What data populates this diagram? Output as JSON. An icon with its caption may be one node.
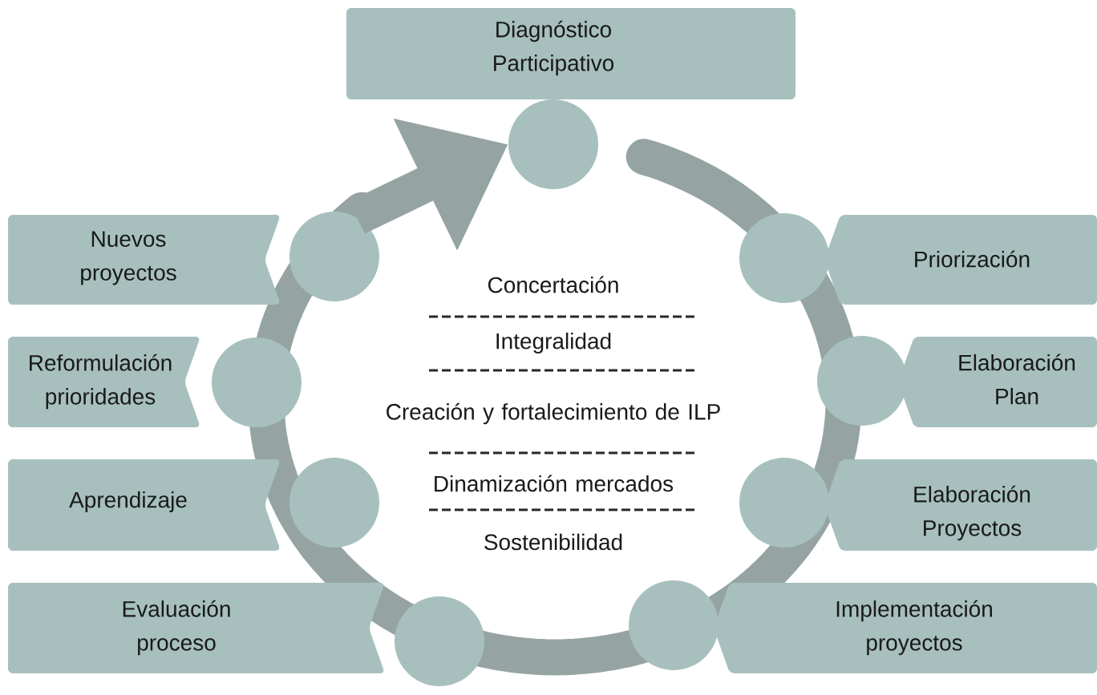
{
  "diagram": {
    "nodes": [
      {
        "text": [
          "Diagnóstico Participativo"
        ]
      },
      {
        "text": [
          "Nuevos proyectos"
        ]
      },
      {
        "text": [
          "Priorización"
        ]
      },
      {
        "text": [
          "Reformulación prioridades"
        ]
      },
      {
        "text": [
          "Elaboración Plan"
        ]
      },
      {
        "text": [
          "Aprendizaje"
        ]
      },
      {
        "text": [
          "Elaboración Proyectos"
        ]
      },
      {
        "text": [
          "Evaluación proceso"
        ]
      },
      {
        "text": [
          "Implementación proyectos"
        ]
      },
      {
        "text": [],
        "shape": "circle"
      },
      {
        "text": [],
        "shape": "circle"
      },
      {
        "text": [],
        "shape": "circle"
      },
      {
        "text": [],
        "shape": "circle"
      },
      {
        "text": [],
        "shape": "circle"
      },
      {
        "text": [],
        "shape": "circle"
      },
      {
        "text": [],
        "shape": "circle"
      },
      {
        "text": [],
        "shape": "circle"
      },
      {
        "text": [],
        "shape": "circle"
      }
    ],
    "edges": [
      {
        "from": 10,
        "to": 9,
        "arrow": "to"
      }
    ],
    "labels": [
      "Concertación",
      "Integralidad",
      "Creación y fortalecimiento de ILP",
      "Dinamización mercados",
      "Sostenibilidad"
    ]
  }
}
